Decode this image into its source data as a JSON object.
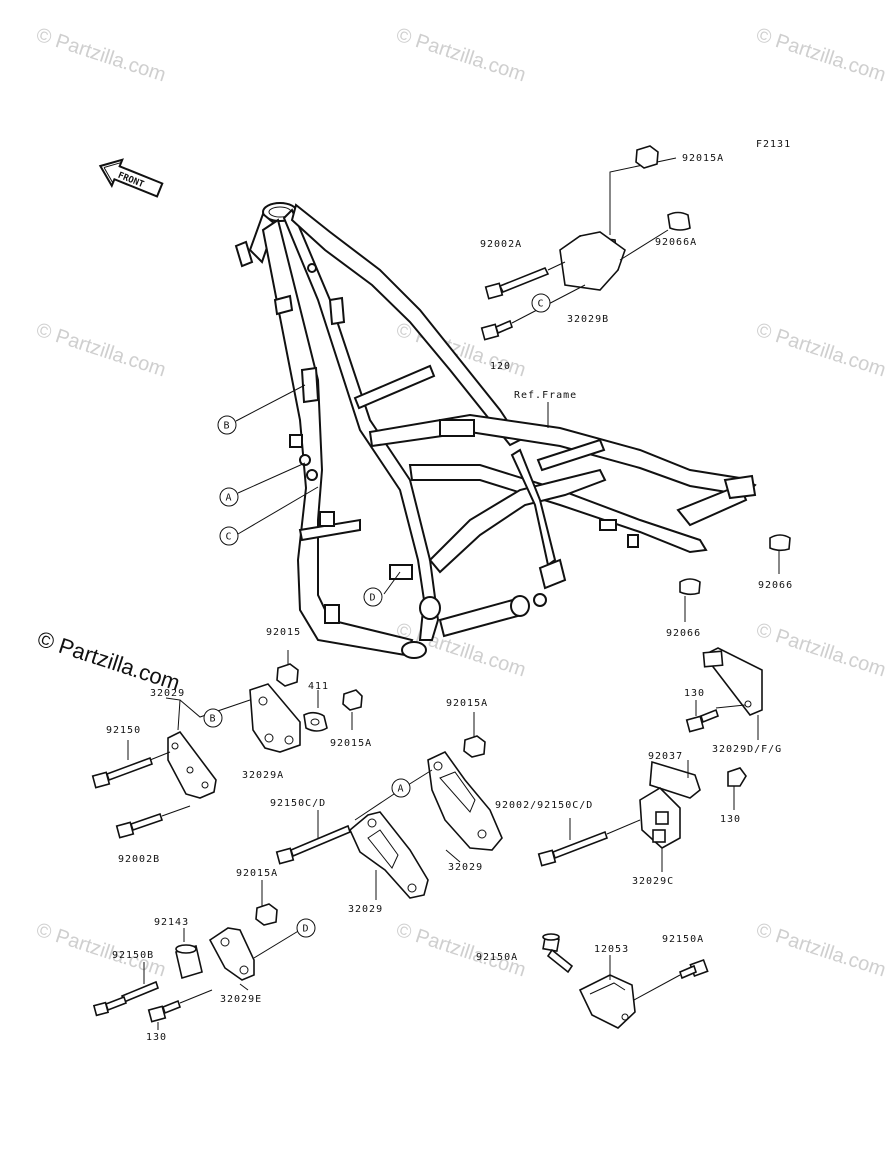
{
  "diagram_id": "F2131",
  "front_arrow_label": "FRONT",
  "watermark_text": "© Partzilla.com",
  "parts": {
    "p92015A_top": "92015A",
    "p92002A": "92002A",
    "p92066A": "92066A",
    "p32029B": "32029B",
    "p120": "120",
    "ref_frame": "Ref.Frame",
    "p92066_right": "92066",
    "p92066_mid": "92066",
    "p92015": "92015",
    "p411": "411",
    "p32029_left": "32029",
    "p92150": "92150",
    "p92015A_mid": "92015A",
    "p32029A": "32029A",
    "p92002B": "92002B",
    "p92015A_center": "92015A",
    "p92150CD": "92150C/D",
    "p32029_center_right": "32029",
    "p32029_center_left": "32029",
    "p92015A_lower": "92015A",
    "p92002_92150CD": "92002/92150C/D",
    "p130_top": "130",
    "p32029DFG": "32029D/F/G",
    "p92037": "92037",
    "p130_right": "130",
    "p32029C": "32029C",
    "p92143": "92143",
    "p92150B": "92150B",
    "p32029E": "32029E",
    "p130_bottom": "130",
    "p92150A_left": "92150A",
    "p12053": "12053",
    "p92150A_right": "92150A"
  },
  "callouts": {
    "A": "A",
    "B": "B",
    "C": "C",
    "D": "D"
  }
}
